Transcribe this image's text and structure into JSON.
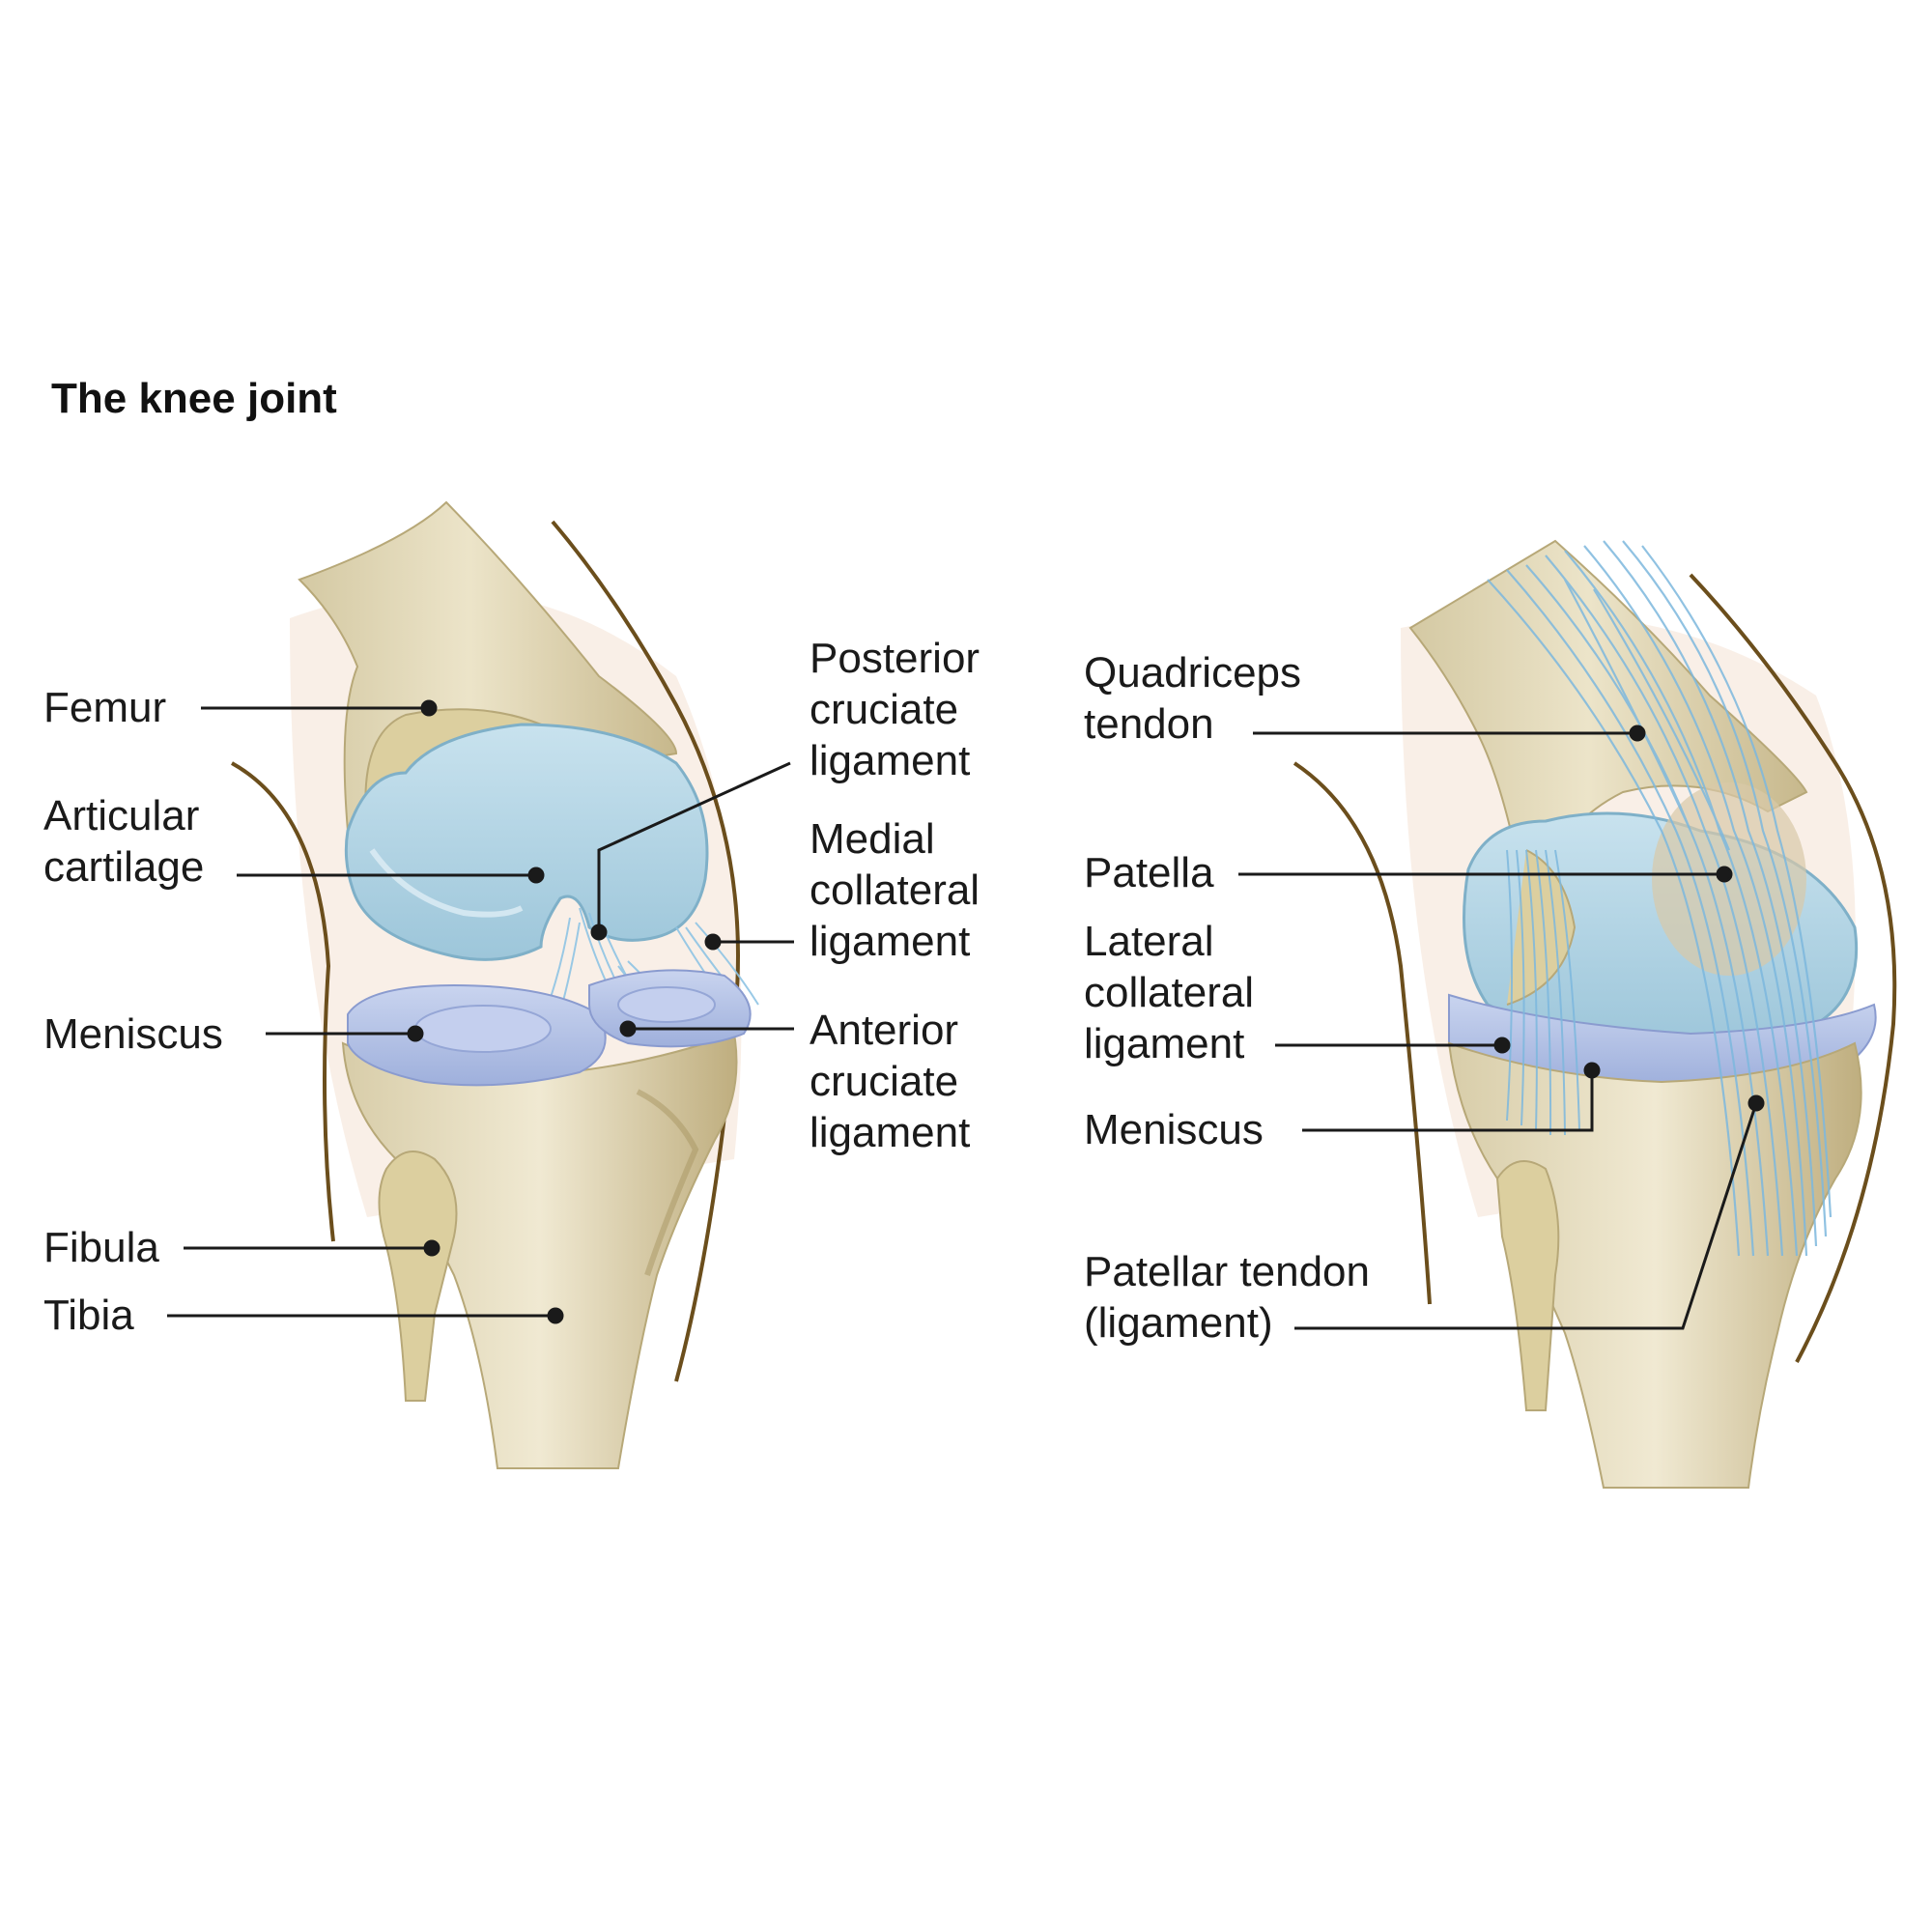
{
  "title": "The knee joint",
  "colors": {
    "bone": "#e2d9bc",
    "bone_shadow": "#c4b78f",
    "cartilage": "#b7d7e6",
    "cartilage_edge": "#7fb0c8",
    "meniscus": "#b4c3e6",
    "ligament": "#8fc4e4",
    "skin_line": "#6b4e1c",
    "soft_tissue": "#f7ede3",
    "leader": "#1a1a1a"
  },
  "left_diagram": {
    "labels": {
      "femur": "Femur",
      "articular_cartilage": [
        "Articular",
        "cartilage"
      ],
      "meniscus": "Meniscus",
      "fibula": "Fibula",
      "tibia": "Tibia",
      "posterior_cruciate": [
        "Posterior",
        "cruciate",
        "ligament"
      ],
      "medial_collateral": [
        "Medial",
        "collateral",
        "ligament"
      ],
      "anterior_cruciate": [
        "Anterior",
        "cruciate",
        "ligament"
      ]
    }
  },
  "right_diagram": {
    "labels": {
      "quadriceps_tendon": [
        "Quadriceps",
        "tendon"
      ],
      "patella": "Patella",
      "lateral_collateral": [
        "Lateral",
        "collateral",
        "ligament"
      ],
      "meniscus": "Meniscus",
      "patellar_tendon": [
        "Patellar tendon",
        "(ligament)"
      ]
    }
  }
}
